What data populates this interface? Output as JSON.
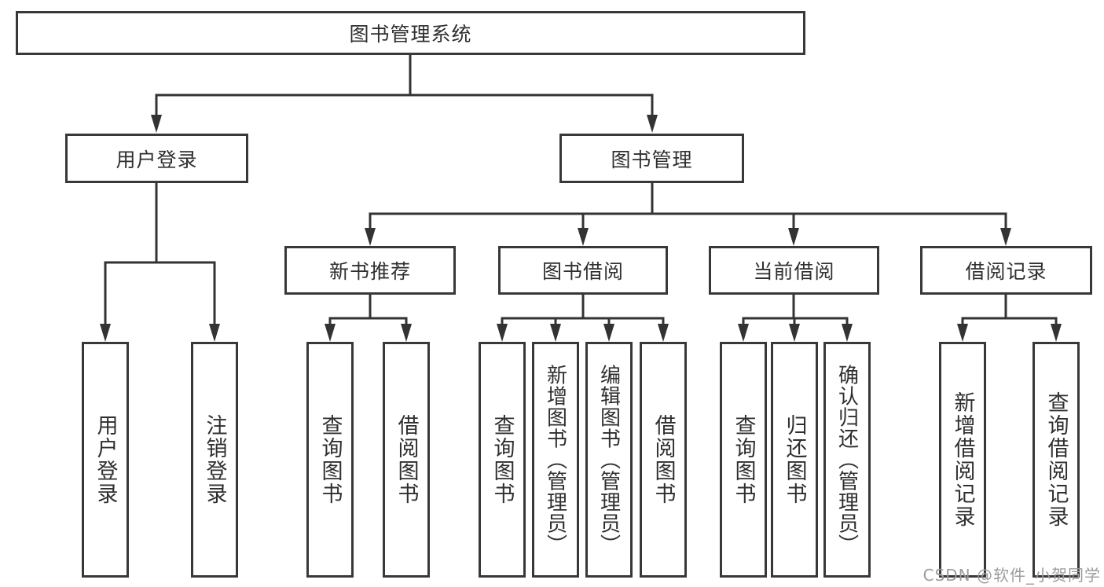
{
  "diagram": {
    "type": "hierarchy-tree",
    "line_color": "#333333",
    "box_border_color": "#383838",
    "box_background": "#ffffff",
    "text_color": "#2f2f2f",
    "root": {
      "label": "图书管理系统"
    },
    "level2": [
      {
        "label": "用户登录"
      },
      {
        "label": "图书管理"
      }
    ],
    "level3": [
      {
        "label": "新书推荐"
      },
      {
        "label": "图书借阅"
      },
      {
        "label": "当前借阅"
      },
      {
        "label": "借阅记录"
      }
    ],
    "leaves": {
      "user_login": [
        {
          "label": "用户登录"
        },
        {
          "label": "注销登录"
        }
      ],
      "new_books": [
        {
          "label": "查询图书"
        },
        {
          "label": "借阅图书"
        }
      ],
      "book_borrow": [
        {
          "label": "查询图书"
        },
        {
          "label": "新增图书（管理员）"
        },
        {
          "label": "编辑图书（管理员）"
        },
        {
          "label": "借阅图书"
        }
      ],
      "current_borrow": [
        {
          "label": "查询图书"
        },
        {
          "label": "归还图书"
        },
        {
          "label": "确认归还（管理员）"
        }
      ],
      "borrow_records": [
        {
          "label": "新增借阅记录"
        },
        {
          "label": "查询借阅记录"
        }
      ]
    }
  },
  "watermark": {
    "text": "CSDN @软件_小贺同学",
    "color": "#9c9c9c"
  }
}
